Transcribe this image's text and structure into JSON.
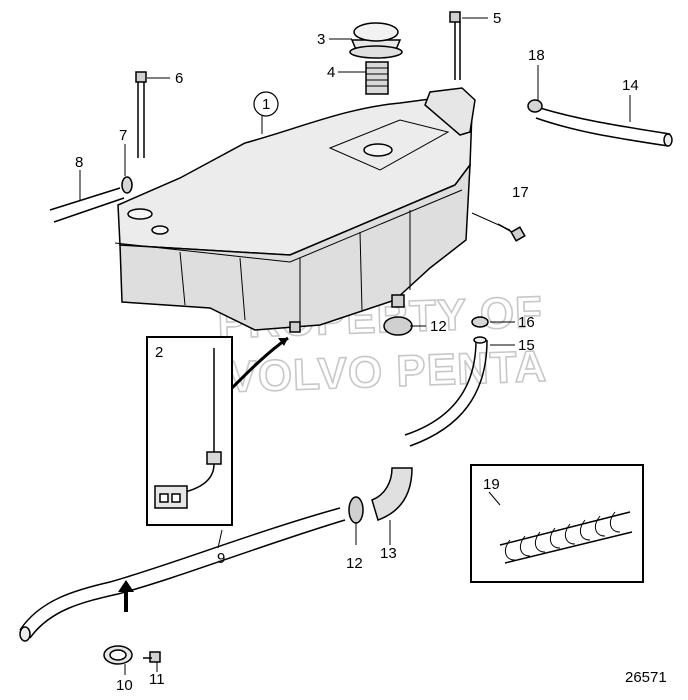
{
  "watermark": {
    "line1": "PROPERTY OF",
    "line2": "VOLVO PENTA"
  },
  "drawing_number": "26571",
  "callouts": {
    "c1": "1",
    "c2": "2",
    "c3": "3",
    "c4": "4",
    "c5": "5",
    "c6": "6",
    "c7": "7",
    "c8": "8",
    "c9": "9",
    "c10": "10",
    "c11": "11",
    "c12a": "12",
    "c12b": "12",
    "c13": "13",
    "c14": "14",
    "c15": "15",
    "c16": "16",
    "c17": "17",
    "c18": "18",
    "c19": "19"
  }
}
